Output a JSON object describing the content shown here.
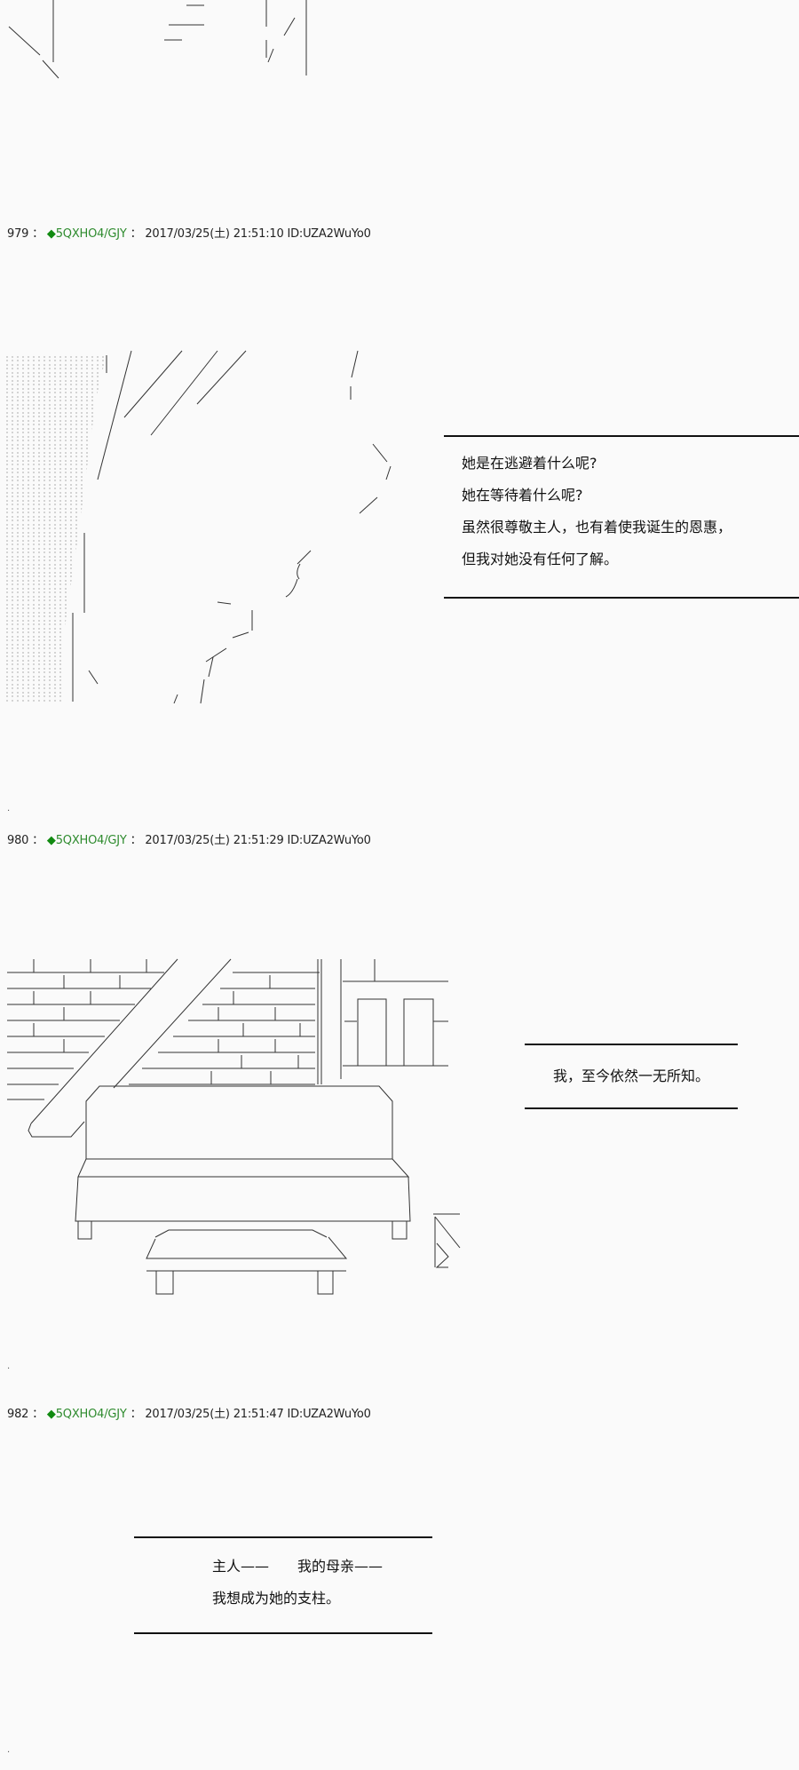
{
  "posts": [
    {
      "number": "979",
      "sep": "：",
      "trip_mark": "◆",
      "trip": "5QXHO4/GJY",
      "sep2": "：",
      "datetime": "2017/03/25(土) 21:51:10",
      "id": "ID:UZA2WuYo0"
    },
    {
      "number": "980",
      "sep": "：",
      "trip_mark": "◆",
      "trip": "5QXHO4/GJY",
      "sep2": "：",
      "datetime": "2017/03/25(土) 21:51:29",
      "id": "ID:UZA2WuYo0"
    },
    {
      "number": "982",
      "sep": "：",
      "trip_mark": "◆",
      "trip": "5QXHO4/GJY",
      "sep2": "：",
      "datetime": "2017/03/25(土) 21:51:47",
      "id": "ID:UZA2WuYo0"
    }
  ],
  "boxes": [
    {
      "lines": [
        "她是在逃避着什么呢?",
        "她在等待着什么呢?",
        "虽然很尊敬主人，也有着使我诞生的恩惠，",
        "但我对她没有任何了解。"
      ]
    },
    {
      "lines": [
        "我，至今依然一无所知。"
      ]
    },
    {
      "lines": [
        "主人——　　我的母亲——",
        "我想成为她的支柱。"
      ]
    }
  ],
  "colors": {
    "trip": "#2e8b2e",
    "background": "#fafafa",
    "text": "#111111"
  }
}
